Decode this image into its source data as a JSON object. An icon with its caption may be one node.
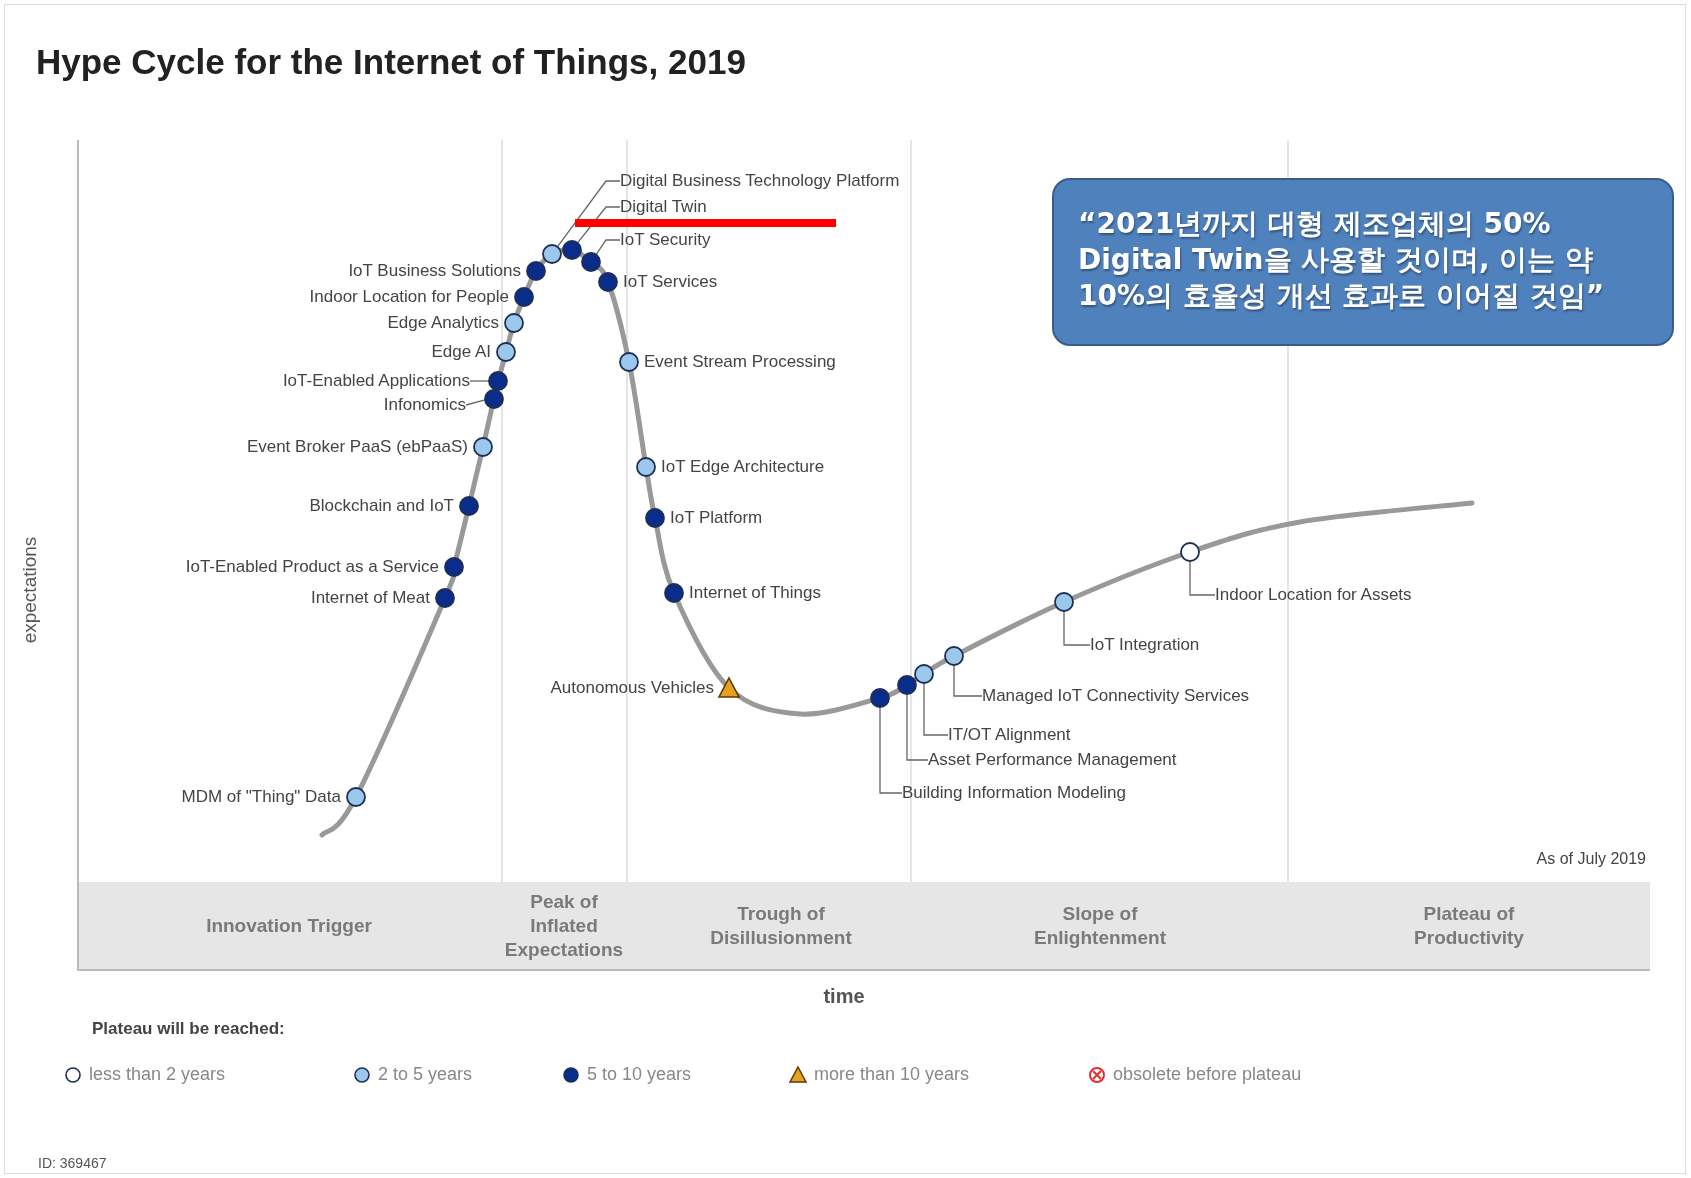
{
  "diagram": {
    "title": "Hype Cycle for the Internet of Things, 2019",
    "nodes": [
      {
        "text": [
          "Digital Business Technology Platform"
        ]
      },
      {
        "text": [
          "Digital Twin"
        ]
      },
      {
        "text": [
          "IoT Security"
        ]
      },
      {
        "text": [],
        "shape": "circle"
      },
      {
        "text": [],
        "shape": "circle"
      },
      {
        "text": [],
        "shape": "circle"
      },
      {
        "text": [],
        "shape": "circle",
        "beside": [
          "IoT Business Solutions"
        ]
      },
      {
        "text": [],
        "shape": "circle",
        "beside": [
          "IoT Services"
        ]
      },
      {
        "text": [],
        "shape": "circle",
        "beside": [
          "Indoor Location for People"
        ]
      },
      {
        "text": [],
        "shape": "circle",
        "beside": [
          "Edge Analytics"
        ]
      },
      {
        "text": [],
        "shape": "circle",
        "beside": [
          "Edge AI"
        ]
      },
      {
        "text": [
          "IoT-Enabled Applications"
        ]
      },
      {
        "text": [],
        "shape": "circle"
      },
      {
        "text": [
          "Infonomics"
        ]
      },
      {
        "text": [],
        "shape": "circle"
      },
      {
        "text": [],
        "shape": "circle",
        "beside": [
          "Event Stream Processing"
        ]
      },
      {
        "text": [],
        "shape": "circle",
        "beside": [
          "Event Broker PaaS (ebPaaS)"
        ]
      },
      {
        "text": [],
        "shape": "circle",
        "beside": [
          "IoT Edge Architecture"
        ]
      },
      {
        "text": [],
        "shape": "circle",
        "beside": [
          "Blockchain and IoT"
        ]
      },
      {
        "text": [],
        "shape": "circle",
        "beside": [
          "IoT Platform"
        ]
      },
      {
        "text": [],
        "shape": "circle",
        "beside": [
          "IoT-Enabled Product as a Service"
        ]
      },
      {
        "text": [],
        "shape": "circle",
        "beside": [
          "Internet of Things"
        ]
      },
      {
        "text": [],
        "shape": "circle",
        "beside": [
          "Internet of Meat"
        ]
      },
      {
        "text": [],
        "shape": "triangle",
        "beside": [
          "Autonomous Vehicles"
        ]
      },
      {
        "text": [],
        "shape": "circle",
        "beside": [
          "MDM of \"Thing\" Data"
        ]
      },
      {
        "text": [
          "“2021년까지 대형 제조업체의 50% Digital Twin을 사용할 것이며, 이는 약 10%의 효율성 개선 효과로 이어질 것임”"
        ]
      },
      {
        "text": [],
        "shape": "circle"
      },
      {
        "text": [
          "Indoor Location for Assets"
        ]
      },
      {
        "text": [],
        "shape": "circle"
      },
      {
        "text": [
          "IoT Integration"
        ]
      },
      {
        "text": [],
        "shape": "circle"
      },
      {
        "text": [],
        "shape": "circle"
      },
      {
        "text": [],
        "shape": "circle"
      },
      {
        "text": [],
        "shape": "circle"
      },
      {
        "text": [
          "Managed IoT Connectivity Services"
        ]
      },
      {
        "text": [
          "IT/OT Alignment"
        ]
      },
      {
        "text": [
          "Asset Performance Management"
        ]
      },
      {
        "text": [
          "Building Information Modeling"
        ]
      }
    ],
    "edges": [
      {
        "from": 0,
        "to": 3,
        "arrow": "none"
      },
      {
        "from": 1,
        "to": 4,
        "arrow": "none"
      },
      {
        "from": 2,
        "to": 5,
        "arrow": "none"
      },
      {
        "from": 11,
        "to": 12,
        "arrow": "none"
      },
      {
        "from": 13,
        "to": 14,
        "arrow": "none"
      },
      {
        "from": 27,
        "to": 26,
        "arrow": "none"
      },
      {
        "from": 29,
        "to": 28,
        "arrow": "none"
      },
      {
        "from": 34,
        "to": 33,
        "arrow": "none"
      },
      {
        "from": 35,
        "to": 32,
        "arrow": "none"
      },
      {
        "from": 36,
        "to": 31,
        "arrow": "none"
      },
      {
        "from": 37,
        "to": 30,
        "arrow": "none"
      }
    ],
    "labels": [
      "expectations",
      "As of July 2019",
      "Innovation Trigger",
      "Peak of Inflated Expectations",
      "Trough of Disillusionment",
      "Slope of Enlightenment",
      "Plateau of Productivity",
      "time",
      "Plateau will be reached:",
      "ID: 369467"
    ],
    "legend": [
      {
        "text": "less than 2 years"
      },
      {
        "text": "2 to 5 years",
        "color": "#9cc8ee"
      },
      {
        "text": "5 to 10 years",
        "color": "#0a2d8c"
      },
      {
        "text": "more than 10 years",
        "color": "#e8a020"
      },
      {
        "text": "obsolete before plateau",
        "color": "#e03030"
      }
    ]
  }
}
